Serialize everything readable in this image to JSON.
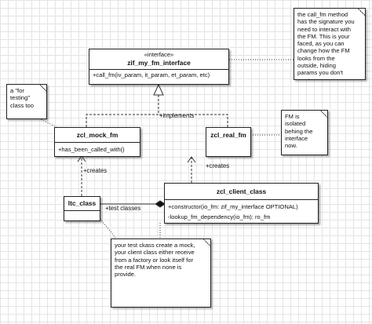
{
  "classes": {
    "interface": {
      "stereotype": "«interface»",
      "name": "zif_my_fm_interface",
      "methods": [
        "+call_fm(iv_param, it_param, et_param, etc)"
      ]
    },
    "mock": {
      "name": "zcl_mock_fm",
      "methods": [
        "+has_been_called_with()"
      ]
    },
    "real": {
      "name": "zcl_real_fm"
    },
    "ltc": {
      "name": "ltc_class"
    },
    "client": {
      "name": "zcl_client_class",
      "methods": [
        "+constructor(io_fm: zif_my_interface OPTIONAL)",
        "-lookup_fm_dependency(io_fm): ro_fm"
      ]
    }
  },
  "notes": {
    "signature": "the call_fm method has the signature you need to interact with the FM. This is your faced, as you can change how the FM looks from the outside, hiding params you don't want...",
    "testing": "a \"for testing\" class too",
    "isolated": "FM is isolated behing the interface now.",
    "mock_explain": "your test ckass create a mock, your client class either receive from a factory or look itself for the real FM when none is provide."
  },
  "relations": {
    "implements": "+implements",
    "creates_mock": "+creates",
    "creates_real": "+creates",
    "test_classes": "+test classes"
  }
}
